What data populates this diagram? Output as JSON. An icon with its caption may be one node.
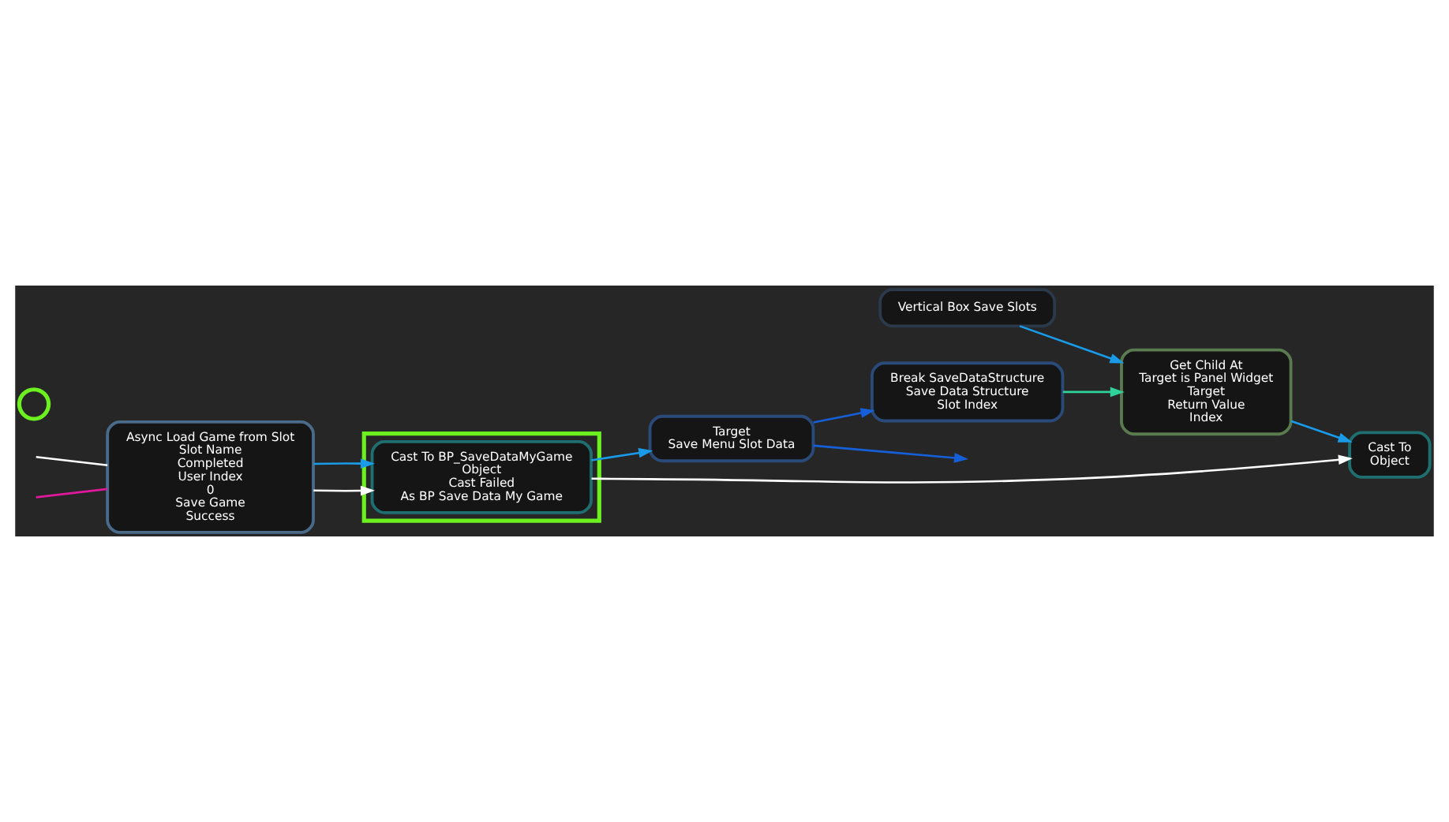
{
  "diagram": {
    "nodes": [
      {
        "text": [
          "Async Load Game from Slot",
          "Slot Name",
          "Completed",
          "User Index",
          "0",
          "Save Game",
          "Success"
        ]
      },
      {
        "text": [],
        "shape": "box"
      },
      {
        "text": [
          "Cast To BP_SaveDataMyGame",
          "Object",
          "Cast Failed",
          "As BP Save Data My Game"
        ],
        "in": 1
      },
      {
        "text": [
          "Cast To",
          "Object"
        ]
      },
      {
        "text": [],
        "shape": "circle"
      },
      {
        "text": [
          "Target",
          "Save Menu Slot Data"
        ]
      },
      {
        "text": [
          "Break SaveDataStructure",
          "Save Data Structure",
          "Slot Index"
        ]
      },
      {
        "text": [
          "Get Child At",
          "Target is Panel Widget",
          "Target",
          "Return Value",
          "Index"
        ]
      },
      {
        "text": [
          "Vertical Box Save Slots"
        ]
      }
    ],
    "edges": [
      {
        "from": null,
        "to": 0,
        "arrow": "none",
        "color": "#ffffff"
      },
      {
        "from": null,
        "to": 0,
        "arrow": "none",
        "color": "#e0189e"
      },
      {
        "from": 0,
        "to": 2,
        "arrow": "to",
        "color": "#ffffff"
      },
      {
        "from": 0,
        "to": 2,
        "arrow": "to"
      },
      {
        "from": 2,
        "to": 3,
        "arrow": "to",
        "color": "#ffffff"
      },
      {
        "from": 2,
        "to": 5,
        "arrow": "to"
      },
      {
        "from": 5,
        "to": null,
        "arrow": "to",
        "color": "#1560d8"
      },
      {
        "from": 5,
        "to": 6,
        "arrow": "to",
        "color": "#1560d8"
      },
      {
        "from": 6,
        "to": 7,
        "arrow": "to",
        "color": "#2fd39a"
      },
      {
        "from": 8,
        "to": 7,
        "arrow": "to"
      },
      {
        "from": 7,
        "to": 3,
        "arrow": "to"
      }
    ]
  }
}
